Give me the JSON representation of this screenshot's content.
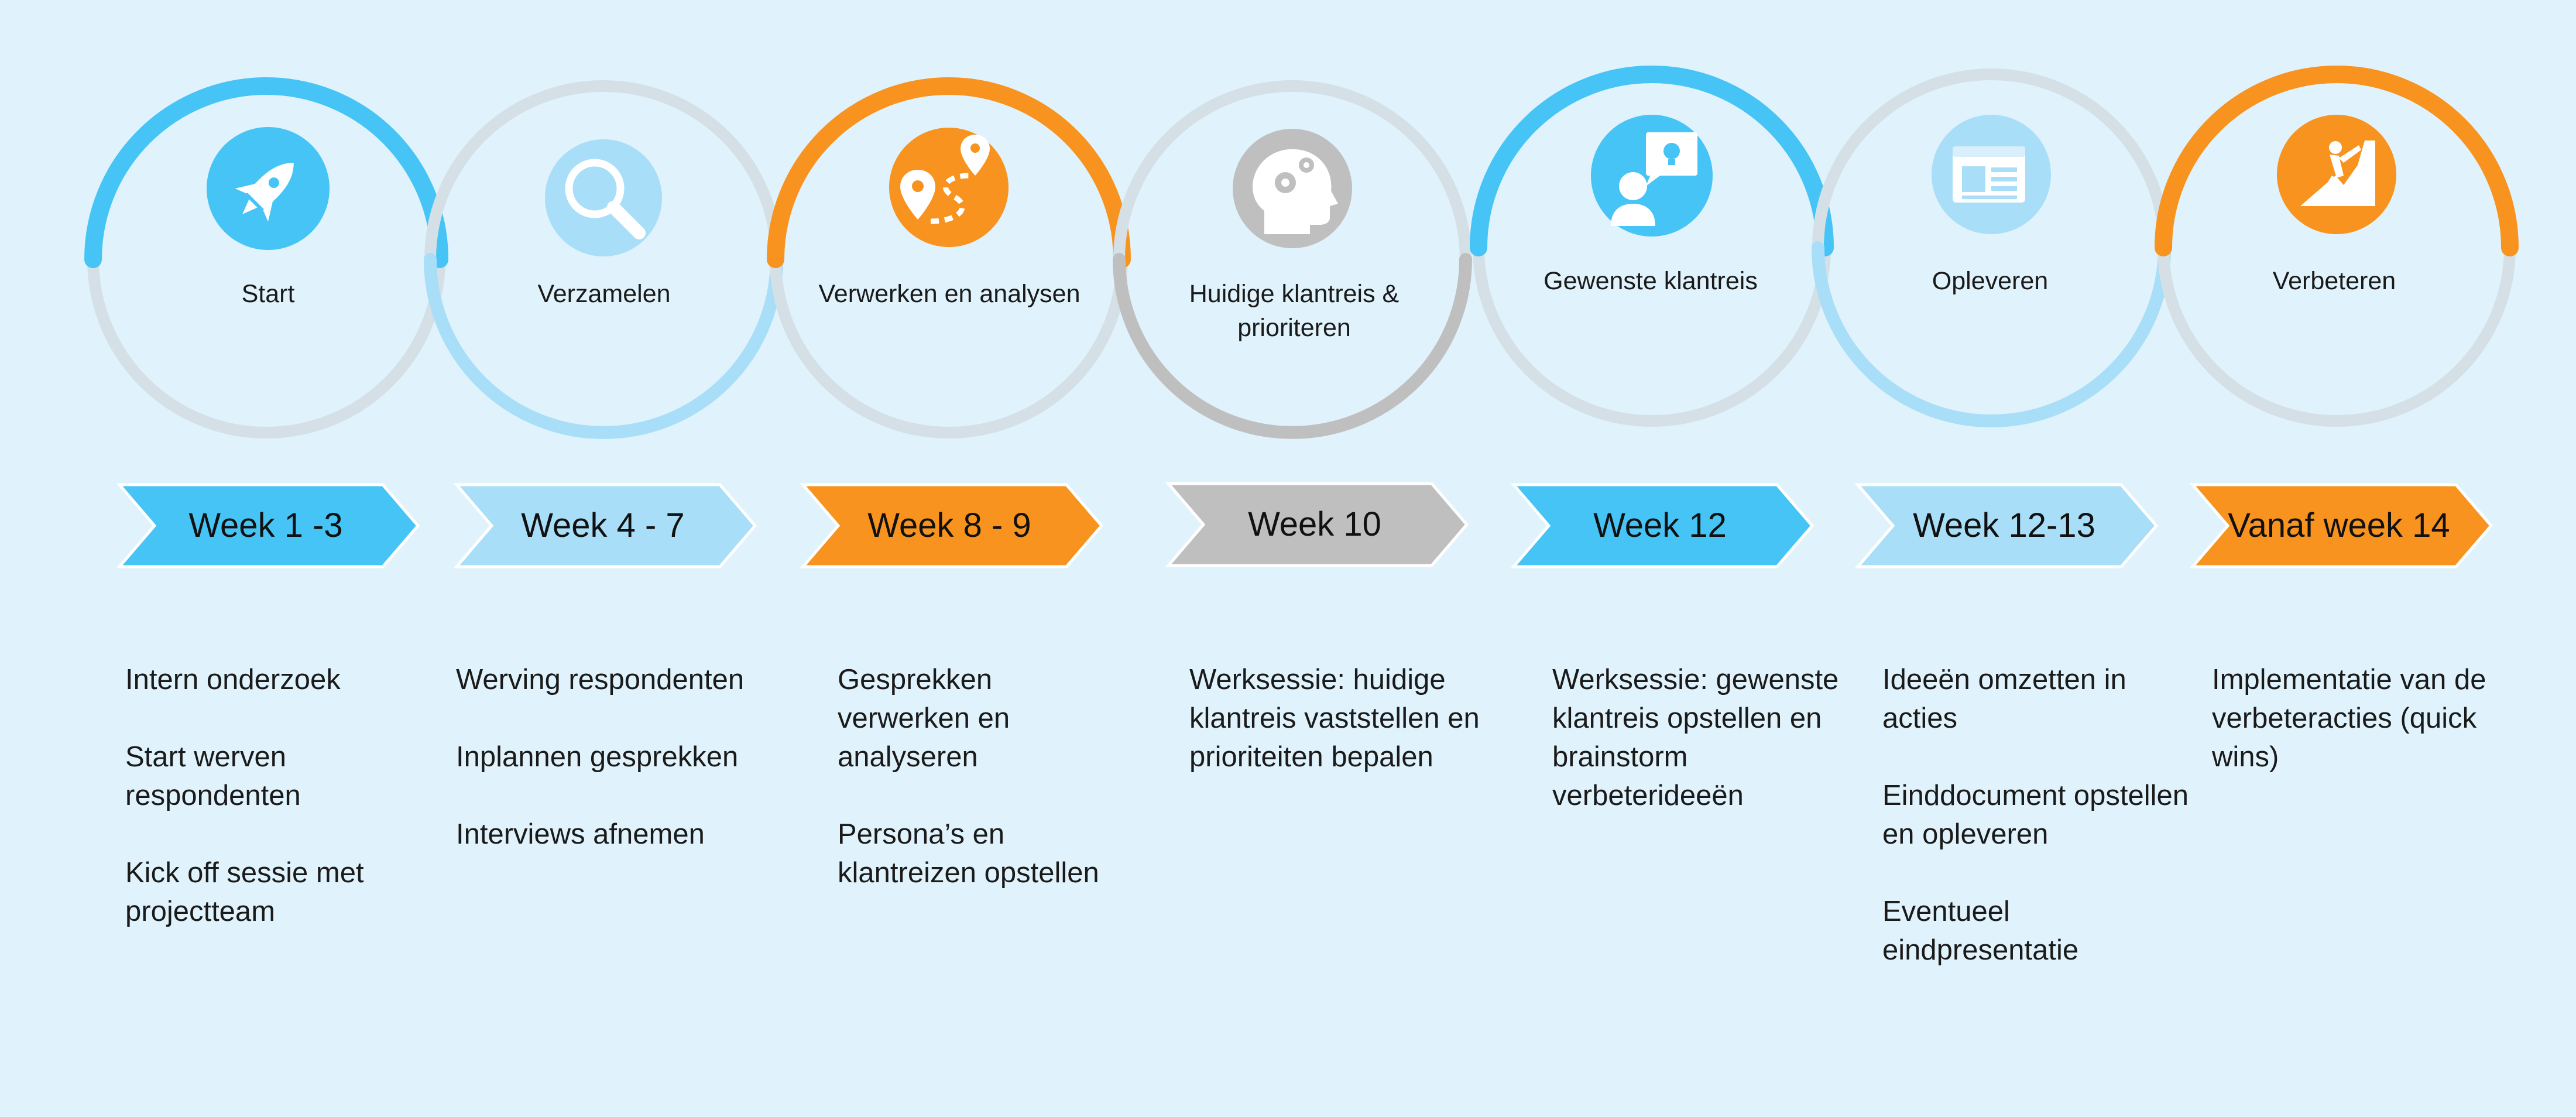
{
  "colors": {
    "background": "#e0f2fb",
    "blue": "#45c4f5",
    "light_blue": "#a8def7",
    "orange": "#f7931e",
    "gray": "#bfbfbf",
    "ring_gray": "#d5e0e6"
  },
  "phases": [
    {
      "label": "Start",
      "icon": "rocket-icon",
      "color": "blue",
      "week": "Week 1 -3",
      "tasks": [
        "Intern onderzoek",
        "Start werven respondenten",
        "Kick off sessie met projectteam"
      ]
    },
    {
      "label": "Verzamelen",
      "icon": "magnifier-icon",
      "color": "light_blue",
      "week": "Week 4 - 7",
      "tasks": [
        "Werving respondenten",
        "Inplannen gesprekken",
        "Interviews afnemen"
      ]
    },
    {
      "label": "Verwerken en analysen",
      "icon": "route-pins-icon",
      "color": "orange",
      "week": "Week 8 - 9",
      "tasks": [
        "Gesprekken verwerken en analyseren",
        "Persona’s en klantreizen opstellen"
      ]
    },
    {
      "label": "Huidige klantreis & prioriteren",
      "icon": "head-gears-icon",
      "color": "gray",
      "week": "Week 10",
      "tasks": [
        "Werksessie: huidige klantreis vaststellen en prioriteiten bepalen"
      ]
    },
    {
      "label": "Gewenste klantreis",
      "icon": "person-idea-icon",
      "color": "blue",
      "week": "Week 12",
      "tasks": [
        "Werksessie: gewenste klantreis opstellen en brainstorm verbeterideeën"
      ]
    },
    {
      "label": "Opleveren",
      "icon": "browser-document-icon",
      "color": "light_blue",
      "week": "Week 12-13",
      "tasks": [
        "Ideeën omzetten in acties",
        "Einddocument opstellen en opleveren",
        "Eventueel eindpresentatie"
      ]
    },
    {
      "label": "Verbeteren",
      "icon": "climber-icon",
      "color": "orange",
      "week": "Vanaf week 14",
      "tasks": [
        "Implementatie van de verbeteracties (quick wins)"
      ]
    }
  ]
}
